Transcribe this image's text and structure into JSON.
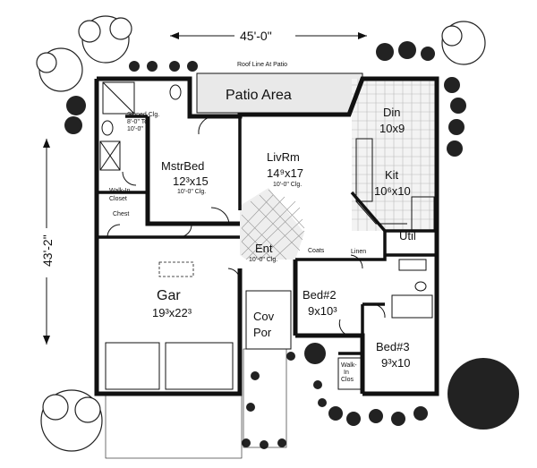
{
  "dimensions": {
    "width": "45'-0\"",
    "depth": "43'-2\""
  },
  "annotations": {
    "roof_line": "Roof Line At Patio",
    "sloped_clg": "Sloped Clg.",
    "sloped_clg_range": "8'-0\" To",
    "sloped_clg_end": "10'-0\"",
    "walk_in_closet_1": "Walk-In",
    "walk_in_closet_2": "Closet",
    "chest": "Chest",
    "coats": "Coats",
    "linen": "Linen",
    "walk_in_clos_1": "Walk-",
    "walk_in_clos_2": "In",
    "walk_in_clos_3": "Clos",
    "ent_clg": "10'-0\" Clg."
  },
  "rooms": {
    "patio": {
      "name": "Patio Area"
    },
    "din": {
      "name": "Din",
      "size": "10x9"
    },
    "kit": {
      "name": "Kit",
      "size": "10⁶x10"
    },
    "livrm": {
      "name": "LivRm",
      "size": "14⁹x17",
      "note": "10'-0\" Clg."
    },
    "mstrbed": {
      "name": "MstrBed",
      "size": "12³x15",
      "note": "10'-0\" Clg."
    },
    "ent": {
      "name": "Ent"
    },
    "util": {
      "name": "Util"
    },
    "bed2": {
      "name": "Bed#2",
      "size": "9x10³"
    },
    "bed3": {
      "name": "Bed#3",
      "size": "9³x10"
    },
    "gar": {
      "name": "Gar",
      "size": "19³x22³"
    },
    "covpor": {
      "name": "Cov",
      "name2": "Por"
    }
  }
}
